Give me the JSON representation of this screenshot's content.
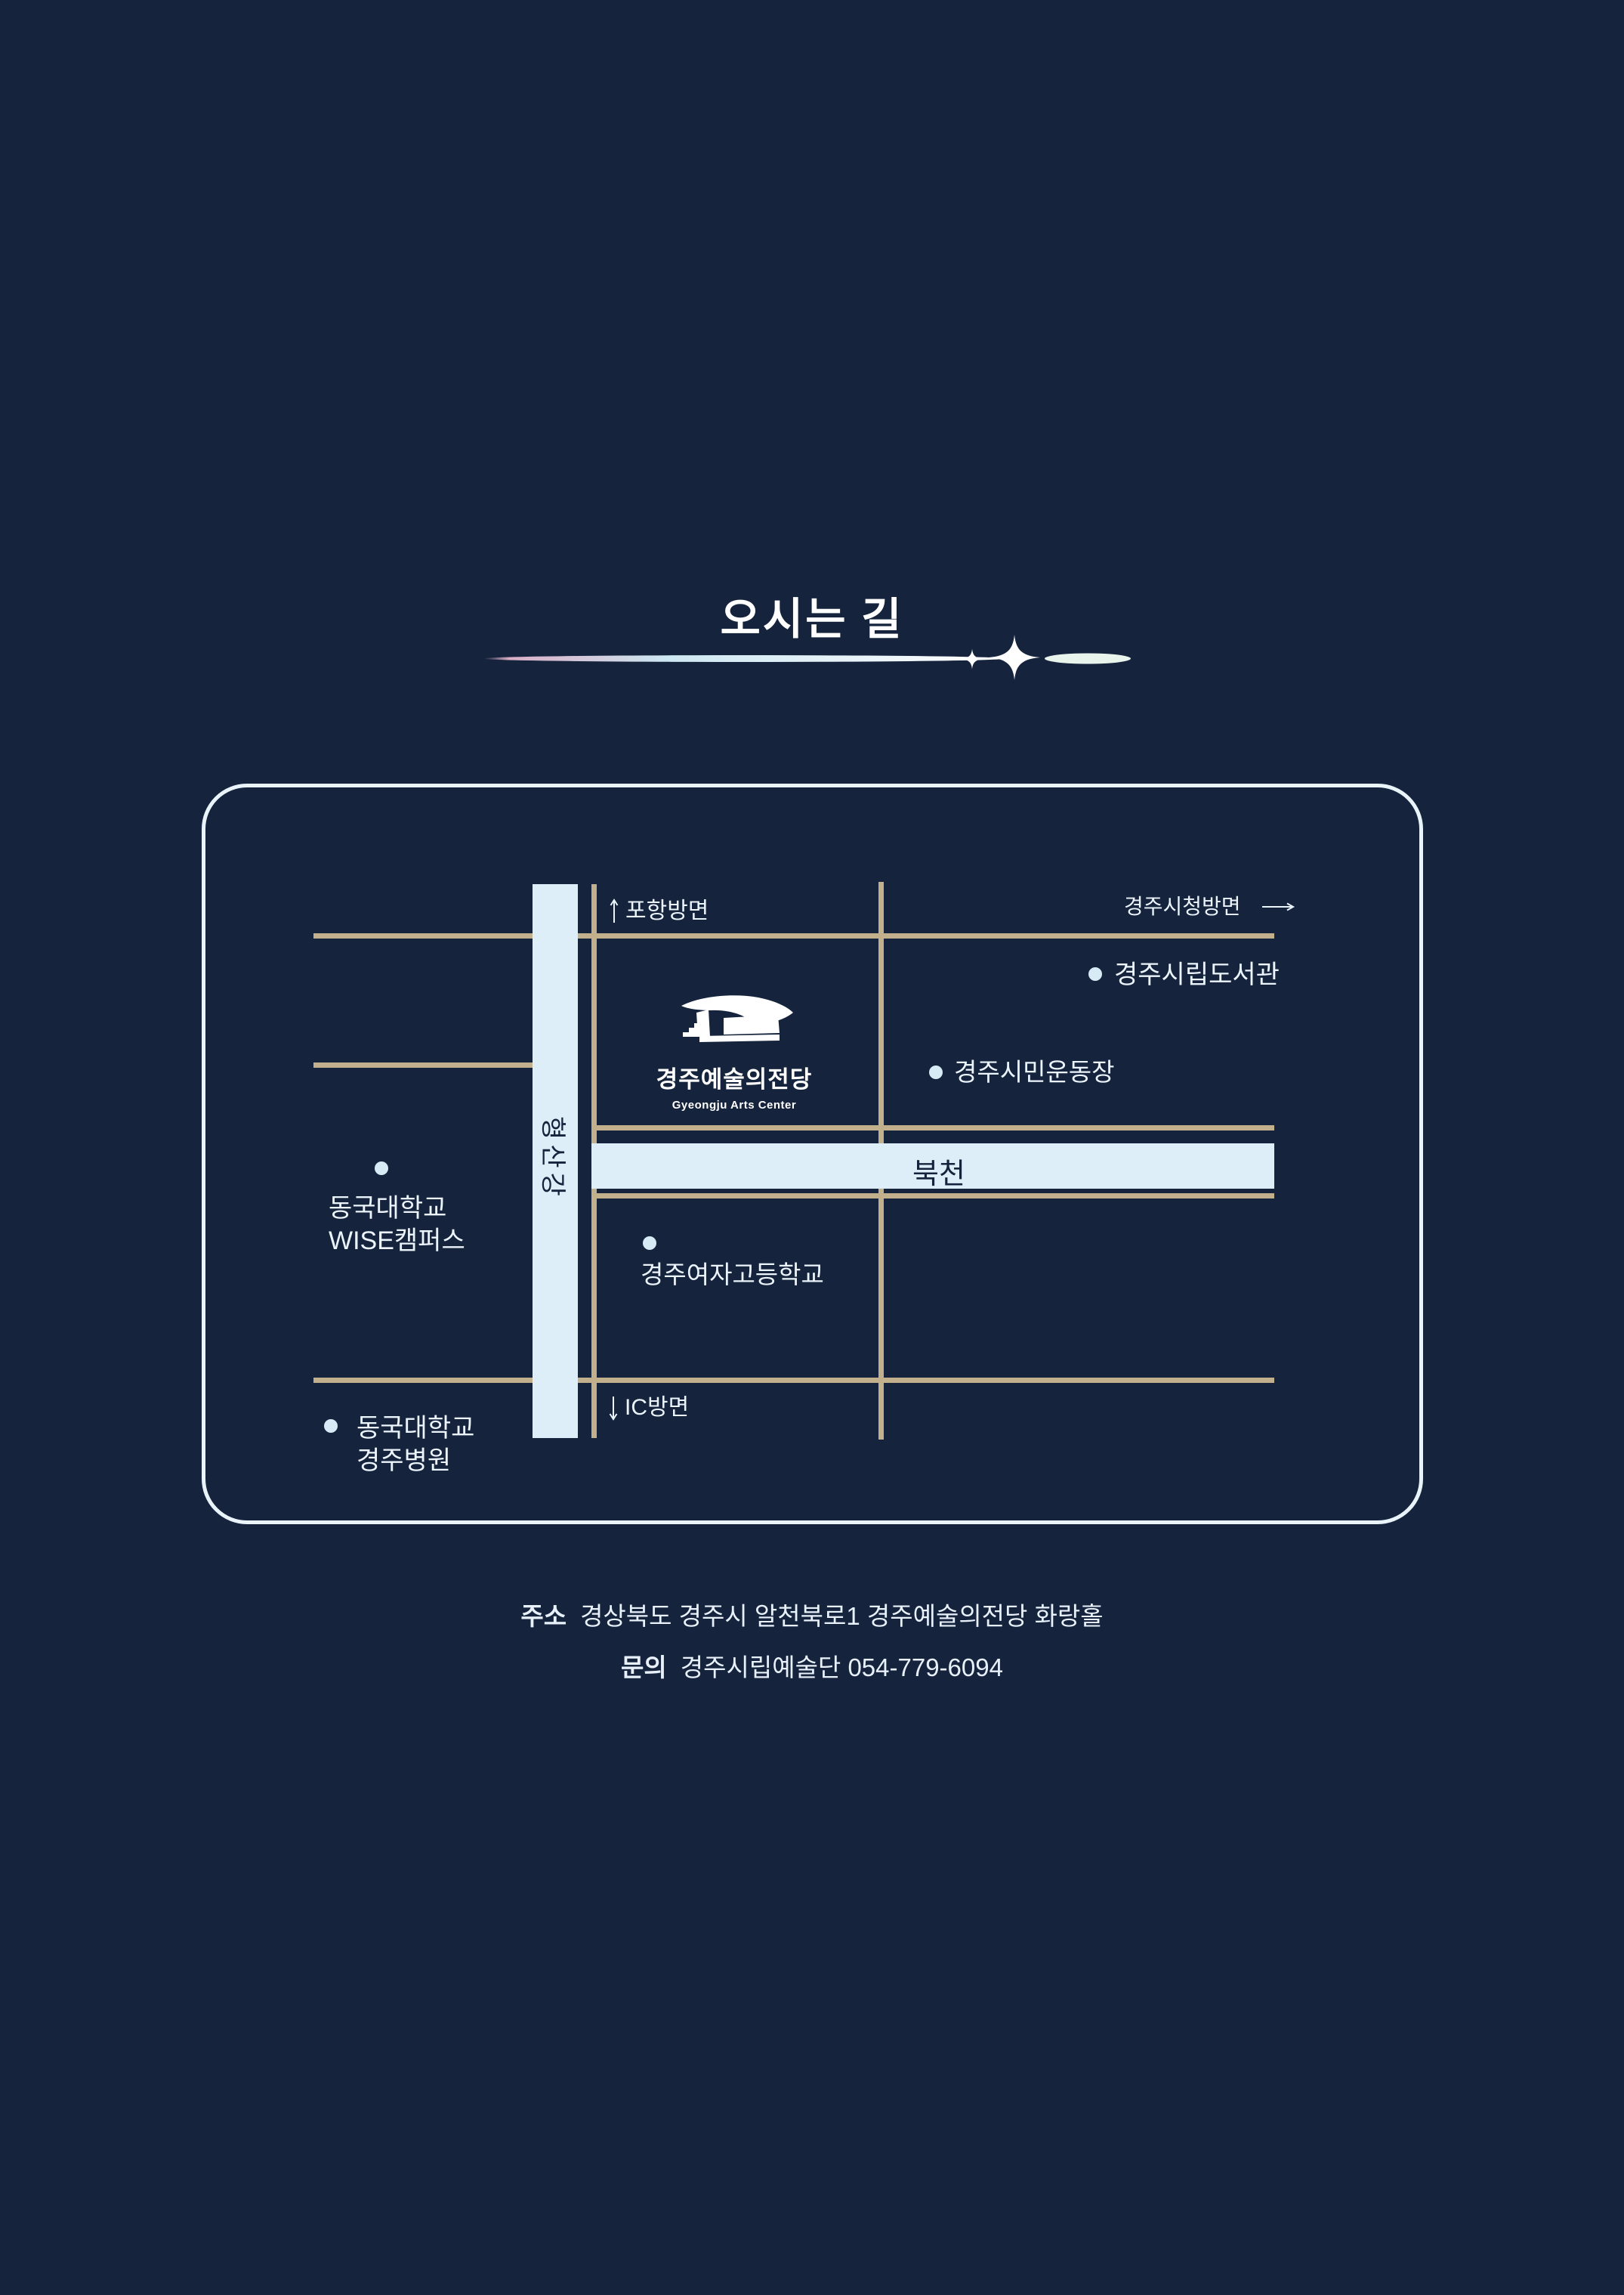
{
  "header": {
    "title": "오시는 길"
  },
  "map": {
    "directions": {
      "north": "포항방면",
      "east": "경주시청방면",
      "south": "IC방면"
    },
    "rivers": {
      "vertical": "형산강",
      "horizontal": "북천"
    },
    "center": {
      "name_ko": "경주예술의전당",
      "name_en": "Gyeongju Arts Center"
    },
    "places": {
      "library": {
        "label": "경주시립도서관"
      },
      "stadium": {
        "label": "경주시민운동장"
      },
      "wise": {
        "line1": "동국대학교",
        "line2": "WISE캠퍼스"
      },
      "girls_high": {
        "label": "경주여자고등학교"
      },
      "hospital": {
        "line1": "동국대학교",
        "line2": "경주병원"
      }
    }
  },
  "footer": {
    "address_label": "주소",
    "address_value": "경상북도 경주시 알천북로1 경주예술의전당 화랑홀",
    "contact_label": "문의",
    "contact_value": "경주시립예술단  054-779-6094"
  },
  "colors": {
    "background": "#15233d",
    "road": "#c2b08d",
    "river": "#ddeef8",
    "panel_border": "#e9f3fa",
    "label": "#ecf4fb",
    "title": "#ffffff"
  }
}
